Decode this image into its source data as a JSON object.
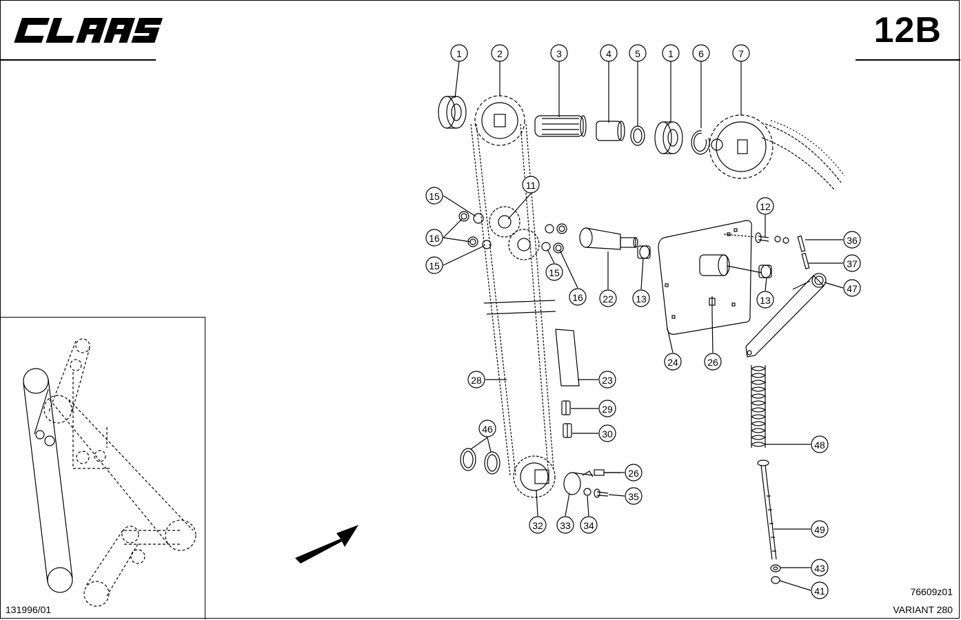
{
  "header": {
    "brand": "CLAAS",
    "page_number": "12B"
  },
  "footer": {
    "drawing_ref_left": "131996/01",
    "drawing_ref_right": "76609z01",
    "model": "VARIANT 280"
  },
  "callouts": [
    "1",
    "2",
    "3",
    "4",
    "5",
    "1",
    "6",
    "7",
    "15",
    "11",
    "16",
    "15",
    "12",
    "36",
    "37",
    "47",
    "15",
    "16",
    "22",
    "13",
    "13",
    "24",
    "26",
    "28",
    "23",
    "29",
    "30",
    "46",
    "26",
    "35",
    "32",
    "33",
    "34",
    "48",
    "49",
    "43",
    "41"
  ],
  "colors": {
    "ink": "#000000",
    "paper": "#ffffff"
  },
  "icons": [
    "direction-arrow-icon"
  ]
}
